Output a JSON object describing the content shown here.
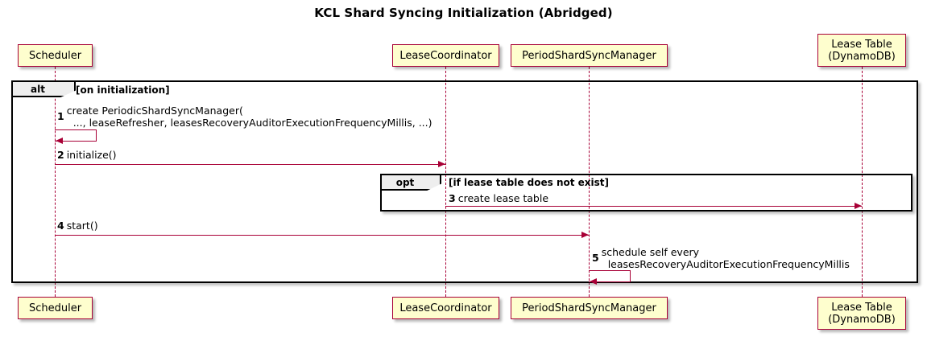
{
  "title": "KCL Shard Syncing Initialization (Abridged)",
  "diagram": {
    "type": "uml-sequence",
    "participants": [
      {
        "id": "scheduler",
        "label_line1": "Scheduler",
        "label_line2": ""
      },
      {
        "id": "coordinator",
        "label_line1": "LeaseCoordinator",
        "label_line2": ""
      },
      {
        "id": "syncmanager",
        "label_line1": "PeriodShardSyncManager",
        "label_line2": ""
      },
      {
        "id": "leasetable",
        "label_line1": "Lease Table",
        "label_line2": "(DynamoDB)"
      }
    ],
    "fragments": [
      {
        "id": "alt-fragment",
        "keyword": "alt",
        "guard": "[on initialization]"
      },
      {
        "id": "opt-fragment",
        "keyword": "opt",
        "guard": "[if lease table does not exist]"
      }
    ],
    "messages": [
      {
        "num": "1",
        "from": "scheduler",
        "to": "scheduler",
        "kind": "self",
        "line1": "create PeriodicShardSyncManager(",
        "line2": "..., leaseRefresher, leasesRecoveryAuditorExecutionFrequencyMillis, ...)"
      },
      {
        "num": "2",
        "from": "scheduler",
        "to": "coordinator",
        "kind": "call",
        "line1": "initialize()",
        "line2": ""
      },
      {
        "num": "3",
        "from": "coordinator",
        "to": "leasetable",
        "kind": "call",
        "line1": "create lease table",
        "line2": ""
      },
      {
        "num": "4",
        "from": "scheduler",
        "to": "syncmanager",
        "kind": "call",
        "line1": "start()",
        "line2": ""
      },
      {
        "num": "5",
        "from": "syncmanager",
        "to": "syncmanager",
        "kind": "self",
        "line1": "schedule self every",
        "line2": "leasesRecoveryAuditorExecutionFrequencyMillis"
      }
    ],
    "colors": {
      "participant_fill": "#FEFECE",
      "participant_border": "#A80036",
      "arrow": "#A80036",
      "fragment_border": "#000000",
      "fragment_tab_fill": "#EEEEEE",
      "background": "#FFFFFF"
    }
  }
}
